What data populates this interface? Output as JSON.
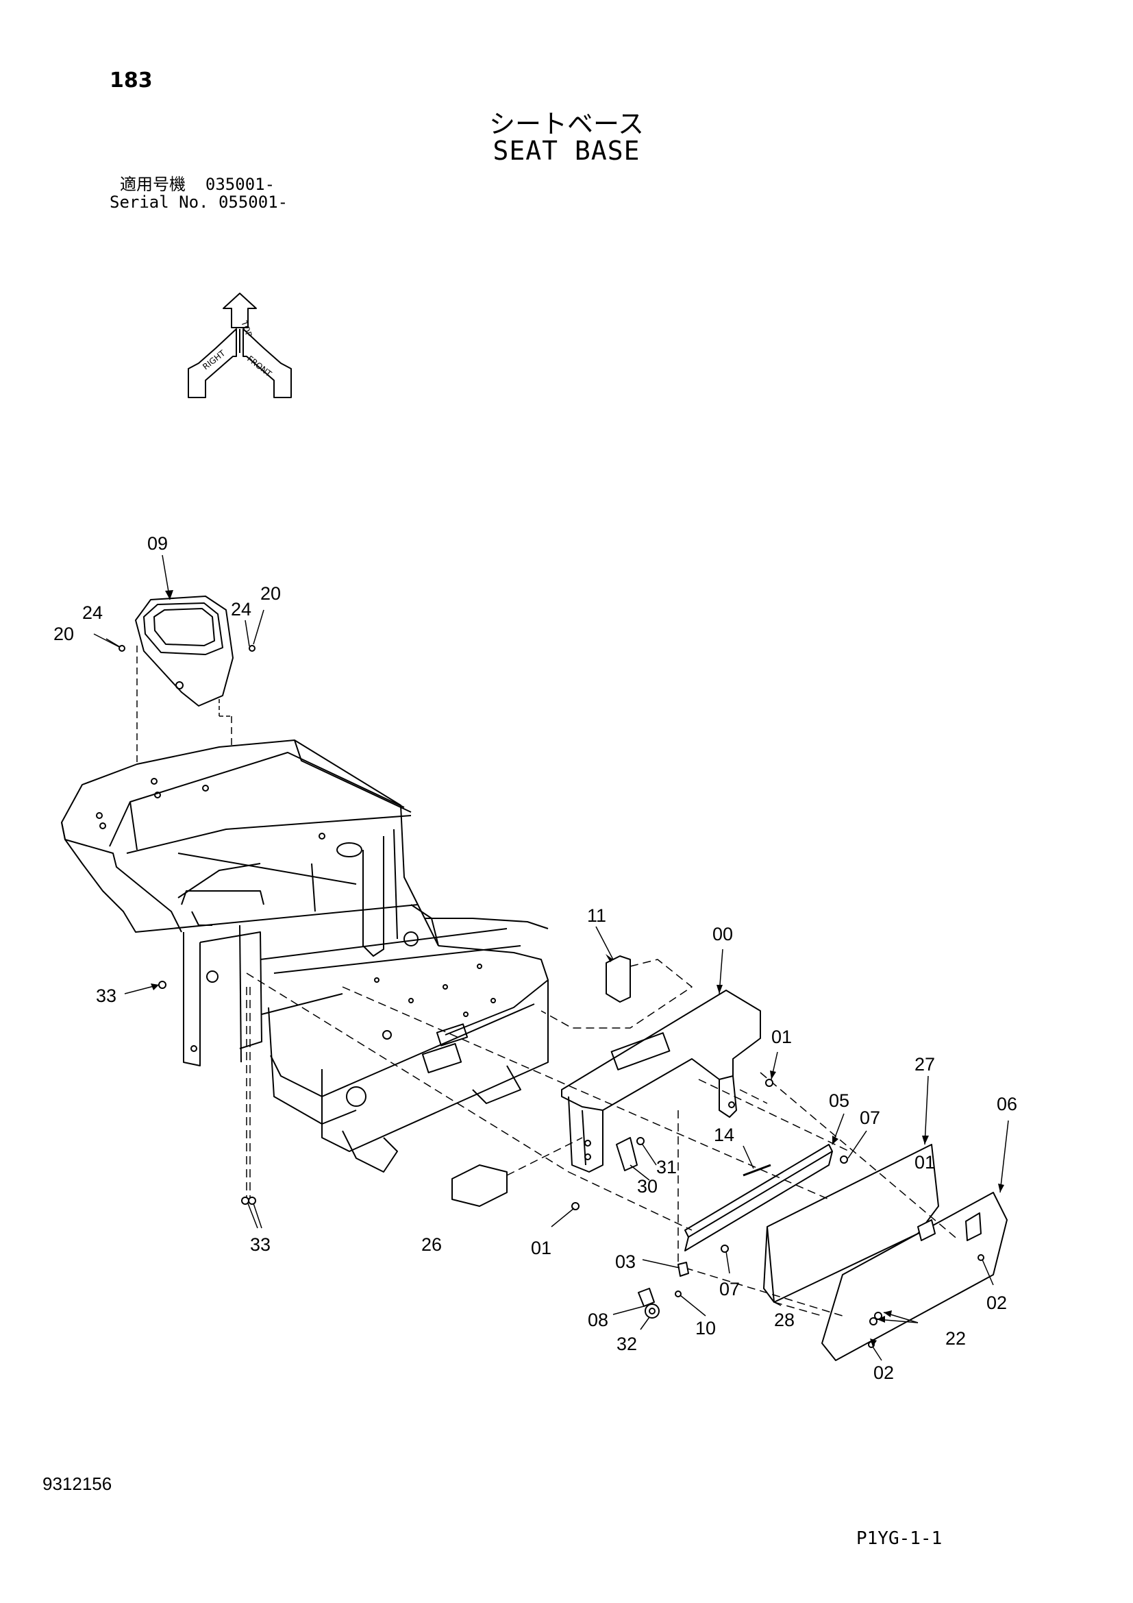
{
  "header": {
    "page_number": "183",
    "title_jp": "シートベース",
    "title_en": "SEAT BASE",
    "serial_jp": "適用号機  035001-",
    "serial_en": "Serial No. 055001-"
  },
  "orientation_icon": {
    "icon": "orientation-axes-icon",
    "labels": [
      "TOP",
      "RIGHT",
      "FRONT"
    ]
  },
  "callouts": [
    "00",
    "01",
    "01",
    "01",
    "02",
    "02",
    "03",
    "05",
    "06",
    "07",
    "07",
    "08",
    "09",
    "10",
    "11",
    "14",
    "20",
    "20",
    "22",
    "24",
    "24",
    "26",
    "27",
    "28",
    "30",
    "31",
    "32",
    "33",
    "33"
  ],
  "footer": {
    "drawing_code": "9312156",
    "sheet_code": "P1YG-1-1"
  }
}
